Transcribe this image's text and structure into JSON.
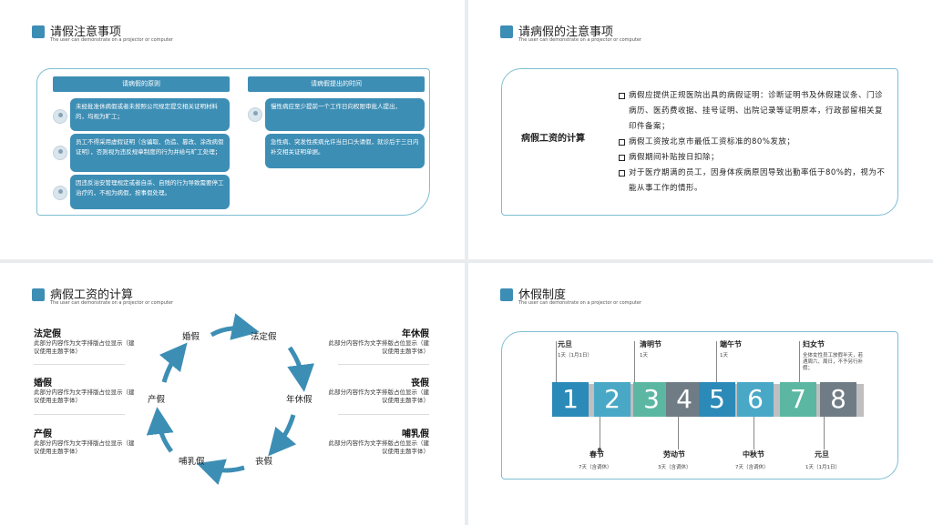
{
  "subtitle": "The user can demonstrate on a projector or computer",
  "slide1": {
    "title": "请假注意事项",
    "left_head": "请病假的原则",
    "right_head": "请病假提出的时间",
    "left_items": [
      "未经批准休病假或者未按照公司规定提交相关证明材料的，均视为旷工；",
      "员工不得采用虚假证明（含骗取、伪造、篡改、涂改病假证明），否则视为违反规章制度的行为并给与旷工处理；",
      "因违反治安管理规定或者自杀、自残的行为导致需要停工治疗的，不视为病假，按事假处理。"
    ],
    "right_items": [
      "慢性病应至少提前一个工作日向权限审批人提出，",
      "急性病、突发性疾病允许当日口头请假，就诊后于三日内补交相关证明单据。"
    ]
  },
  "slide2": {
    "title": "请病假的注意事项",
    "label": "病假工资的计算",
    "items": [
      "病假应提供正规医院出具的病假证明：诊断证明书及休假建议条、门诊病历、医药费收据、挂号证明、出院记录等证明原本，行政部留相关复印件备案；",
      "病假工资按北京市最低工资标准的80%发放；",
      "病假期间补贴按日扣除；",
      "对于医疗期满的员工，因身体疾病原因导致出勤率低于80%的，视为不能从事工作的情形。"
    ]
  },
  "slide3": {
    "title": "病假工资的计算",
    "placeholder_desc": "此部分内容作为文字排版占位显示（建议使用主题字体）",
    "left_labels": [
      "法定假",
      "婚假",
      "产假"
    ],
    "right_labels": [
      "年休假",
      "丧假",
      "哺乳假"
    ],
    "cycle": [
      "婚假",
      "法定假",
      "年休假",
      "丧假",
      "哺乳假",
      "产假"
    ]
  },
  "slide4": {
    "title": "休假制度",
    "numbers": [
      "1",
      "2",
      "3",
      "4",
      "5",
      "6",
      "7",
      "8"
    ],
    "cube_colors": [
      "#2c8ab8",
      "#4aa8c7",
      "#5bb7a2",
      "#707c85",
      "#2c8ab8",
      "#4aa8c7",
      "#5bb7a2",
      "#707c85"
    ],
    "top": [
      {
        "name": "元旦",
        "days": "1天（1月1日）"
      },
      {
        "name": "清明节",
        "days": "1天"
      },
      {
        "name": "端午节",
        "days": "1天"
      },
      {
        "name": "妇女节",
        "days": "全体女性员工放假半天，若遇周六、周日，不予另行补假；"
      }
    ],
    "bottom": [
      {
        "name": "春节",
        "days": "7天（含调休）"
      },
      {
        "name": "劳动节",
        "days": "3天（含调休）"
      },
      {
        "name": "中秋节",
        "days": "7天（含调休）"
      },
      {
        "name": "元旦",
        "days": "1天（1月1日）"
      }
    ]
  }
}
